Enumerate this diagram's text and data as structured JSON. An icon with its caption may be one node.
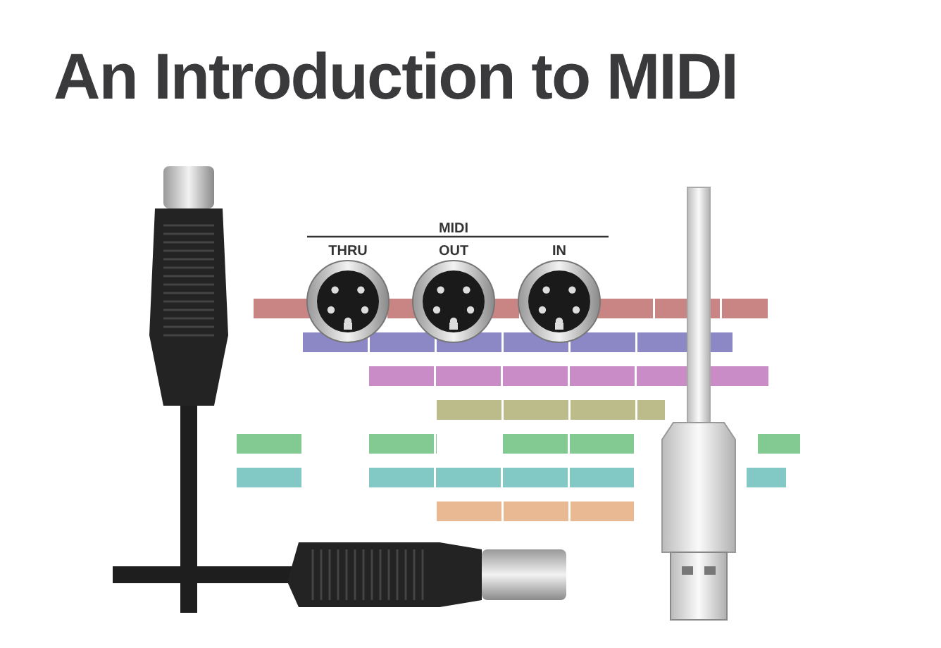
{
  "diagram": {
    "title": "An Introduction to MIDI",
    "labels": [
      "MIDI",
      "THRU",
      "OUT",
      "IN"
    ]
  }
}
